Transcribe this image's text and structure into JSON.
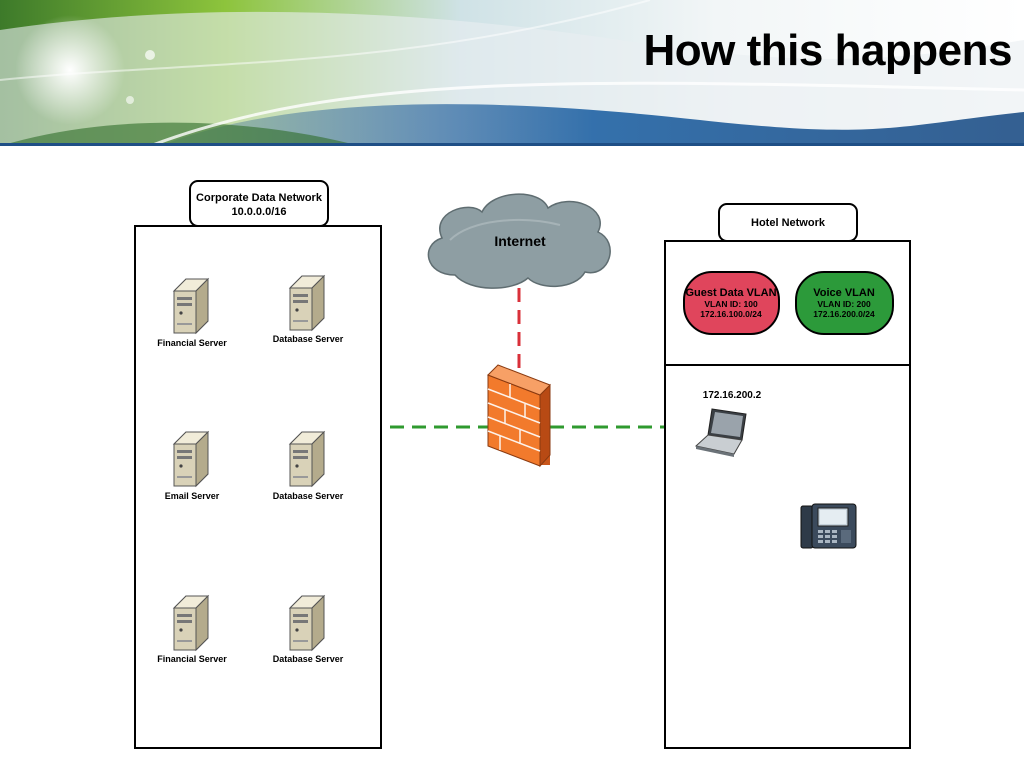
{
  "slide": {
    "title": "How this happens"
  },
  "corporate": {
    "label_line1": "Corporate Data Network",
    "label_line2": "10.0.0.0/16",
    "servers": [
      "Financial Server",
      "Database Server",
      "Email Server",
      "Database Server",
      "Financial Server",
      "Database Server"
    ]
  },
  "internet": {
    "label": "Internet"
  },
  "hotel": {
    "label": "Hotel Network",
    "guest_vlan": {
      "name": "Guest Data VLAN",
      "vlan_id": "VLAN ID:  100",
      "subnet": "172.16.100.0/24"
    },
    "voice_vlan": {
      "name": "Voice VLAN",
      "vlan_id": "VLAN ID:  200",
      "subnet": "172.16.200.0/24"
    },
    "laptop_ip": "172.16.200.2"
  },
  "colors": {
    "guest_vlan": "#e0455c",
    "voice_vlan": "#2c9a3a",
    "wan_link": "#d9303a",
    "lan_link": "#2f9a2f",
    "firewall": "#f27a2c"
  },
  "icons": {
    "server": "server-icon",
    "cloud": "cloud-icon",
    "firewall": "firewall-icon",
    "laptop": "laptop-icon",
    "phone": "ip-phone-icon"
  }
}
